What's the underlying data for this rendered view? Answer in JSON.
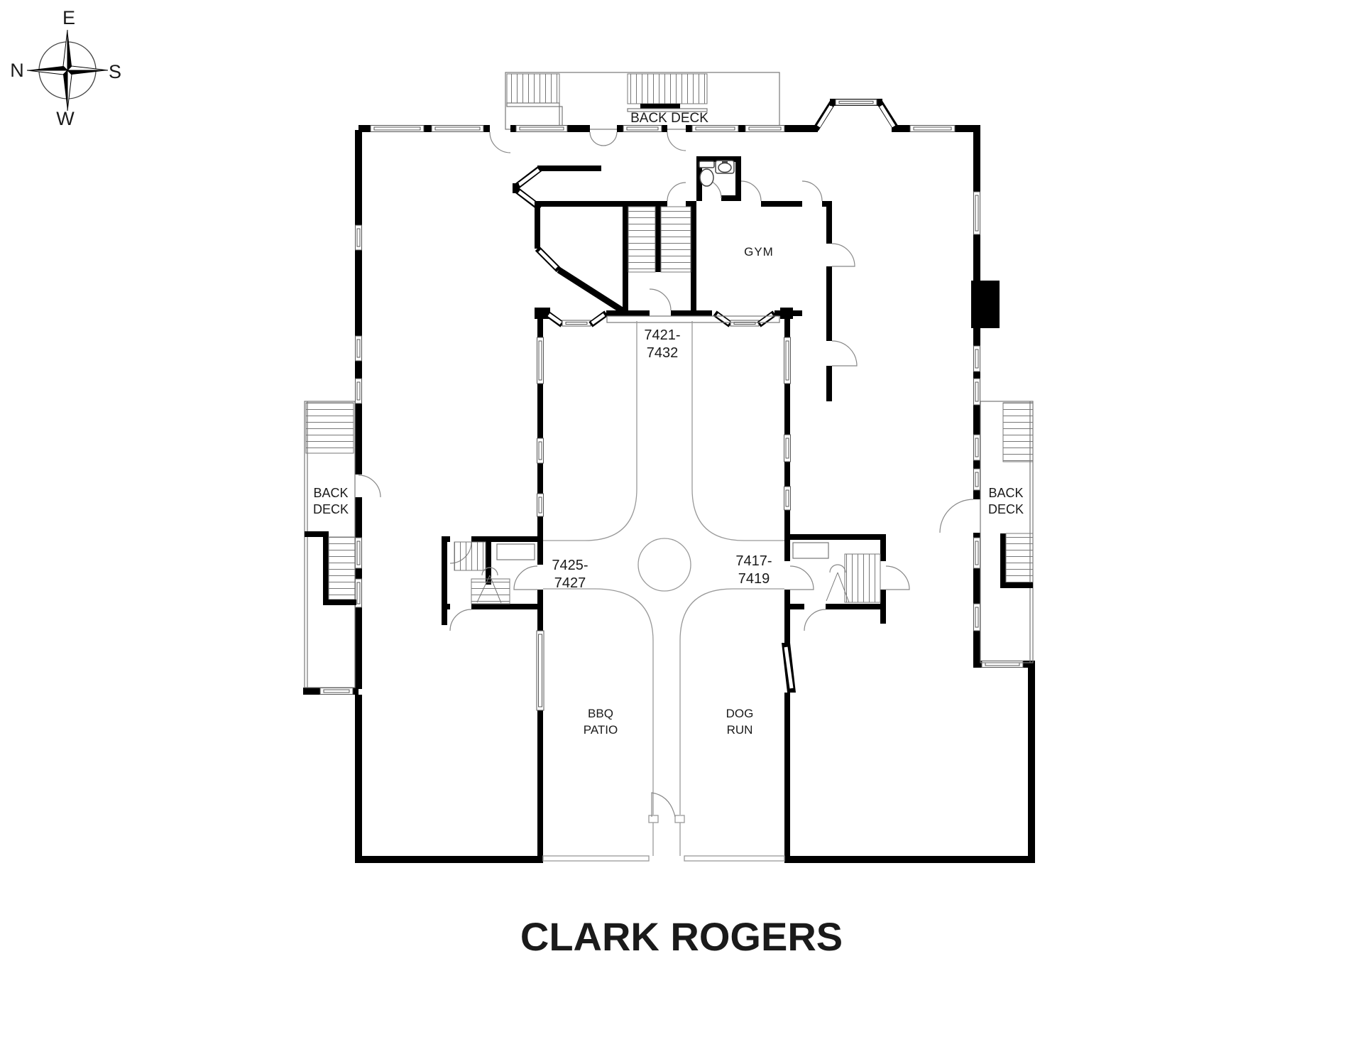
{
  "page": {
    "title": "CLARK ROGERS",
    "background": "#ffffff",
    "wall_color": "#000000",
    "line_color": "#888888",
    "text_color": "#1a1a1a"
  },
  "compass": {
    "top": "E",
    "left": "N",
    "right": "S",
    "bottom": "W"
  },
  "labels": {
    "back_deck_top": "BACK DECK",
    "back_deck_left_1": "BACK",
    "back_deck_left_2": "DECK",
    "back_deck_right_1": "BACK",
    "back_deck_right_2": "DECK",
    "gym": "GYM",
    "unit_middle_1": "7421-",
    "unit_middle_2": "7432",
    "unit_left_1": "7425-",
    "unit_left_2": "7427",
    "unit_right_1": "7417-",
    "unit_right_2": "7419",
    "bbq_1": "BBQ",
    "bbq_2": "PATIO",
    "dog_1": "DOG",
    "dog_2": "RUN"
  }
}
